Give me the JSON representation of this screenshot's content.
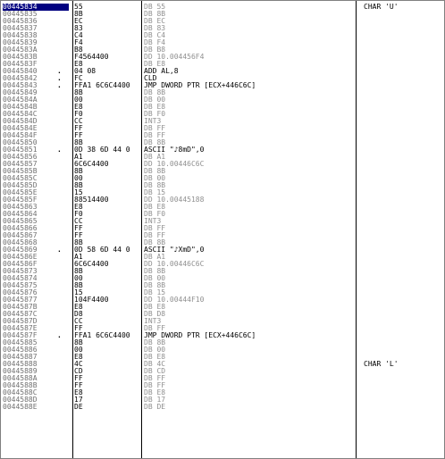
{
  "rows": [
    {
      "addr": "00445834",
      "marker": "",
      "hex": "55",
      "instr": "DB 55",
      "comment": "CHAR 'U'",
      "kind": "db",
      "selected": true
    },
    {
      "addr": "00445835",
      "marker": "",
      "hex": "8B",
      "instr": "DB 8B",
      "comment": "",
      "kind": "db"
    },
    {
      "addr": "00445836",
      "marker": "",
      "hex": "EC",
      "instr": "DB EC",
      "comment": "",
      "kind": "db"
    },
    {
      "addr": "00445837",
      "marker": "",
      "hex": "83",
      "instr": "DB 83",
      "comment": "",
      "kind": "db"
    },
    {
      "addr": "00445838",
      "marker": "",
      "hex": "C4",
      "instr": "DB C4",
      "comment": "",
      "kind": "db"
    },
    {
      "addr": "00445839",
      "marker": "",
      "hex": "F4",
      "instr": "DB F4",
      "comment": "",
      "kind": "db"
    },
    {
      "addr": "0044583A",
      "marker": "",
      "hex": "B8",
      "instr": "DB B8",
      "comment": "",
      "kind": "db"
    },
    {
      "addr": "0044583B",
      "marker": "",
      "hex": "F4564400",
      "instr": "DD 10.004456F4",
      "comment": "",
      "kind": "db"
    },
    {
      "addr": "0044583F",
      "marker": "",
      "hex": "E8",
      "instr": "DB E8",
      "comment": "",
      "kind": "db"
    },
    {
      "addr": "00445840",
      "marker": ".",
      "hex": "04 08",
      "instr": "ADD AL,8",
      "comment": "",
      "kind": "code"
    },
    {
      "addr": "00445842",
      "marker": ".",
      "hex": "FC",
      "instr": "CLD",
      "comment": "",
      "kind": "code"
    },
    {
      "addr": "00445843",
      "marker": ".",
      "hex": "FFA1 6C6C4400",
      "instr": "JMP DWORD PTR [ECX+446C6C]",
      "comment": "",
      "kind": "code"
    },
    {
      "addr": "00445849",
      "marker": "",
      "hex": "8B",
      "instr": "DB 8B",
      "comment": "",
      "kind": "db"
    },
    {
      "addr": "0044584A",
      "marker": "",
      "hex": "00",
      "instr": "DB 00",
      "comment": "",
      "kind": "db"
    },
    {
      "addr": "0044584B",
      "marker": "",
      "hex": "E8",
      "instr": "DB E8",
      "comment": "",
      "kind": "db"
    },
    {
      "addr": "0044584C",
      "marker": "",
      "hex": "F0",
      "instr": "DB F0",
      "comment": "",
      "kind": "db"
    },
    {
      "addr": "0044584D",
      "marker": "",
      "hex": "CC",
      "instr": "INT3",
      "comment": "",
      "kind": "db"
    },
    {
      "addr": "0044584E",
      "marker": "",
      "hex": "FF",
      "instr": "DB FF",
      "comment": "",
      "kind": "db"
    },
    {
      "addr": "0044584F",
      "marker": "",
      "hex": "FF",
      "instr": "DB FF",
      "comment": "",
      "kind": "db"
    },
    {
      "addr": "00445850",
      "marker": "",
      "hex": "8B",
      "instr": "DB 8B",
      "comment": "",
      "kind": "db"
    },
    {
      "addr": "00445851",
      "marker": ".",
      "hex": "0D 38 6D 44 0",
      "instr": "ASCII \"♪8mD\",0",
      "comment": "",
      "kind": "ascii"
    },
    {
      "addr": "00445856",
      "marker": "",
      "hex": "A1",
      "instr": "DB A1",
      "comment": "",
      "kind": "db"
    },
    {
      "addr": "00445857",
      "marker": "",
      "hex": "6C6C4400",
      "instr": "DD 10.00446C6C",
      "comment": "",
      "kind": "db"
    },
    {
      "addr": "0044585B",
      "marker": "",
      "hex": "8B",
      "instr": "DB 8B",
      "comment": "",
      "kind": "db"
    },
    {
      "addr": "0044585C",
      "marker": "",
      "hex": "00",
      "instr": "DB 00",
      "comment": "",
      "kind": "db"
    },
    {
      "addr": "0044585D",
      "marker": "",
      "hex": "8B",
      "instr": "DB 8B",
      "comment": "",
      "kind": "db"
    },
    {
      "addr": "0044585E",
      "marker": "",
      "hex": "15",
      "instr": "DB 15",
      "comment": "",
      "kind": "db"
    },
    {
      "addr": "0044585F",
      "marker": "",
      "hex": "88514400",
      "instr": "DD 10.00445188",
      "comment": "",
      "kind": "db"
    },
    {
      "addr": "00445863",
      "marker": "",
      "hex": "E8",
      "instr": "DB E8",
      "comment": "",
      "kind": "db"
    },
    {
      "addr": "00445864",
      "marker": "",
      "hex": "F0",
      "instr": "DB F0",
      "comment": "",
      "kind": "db"
    },
    {
      "addr": "00445865",
      "marker": "",
      "hex": "CC",
      "instr": "INT3",
      "comment": "",
      "kind": "db"
    },
    {
      "addr": "00445866",
      "marker": "",
      "hex": "FF",
      "instr": "DB FF",
      "comment": "",
      "kind": "db"
    },
    {
      "addr": "00445867",
      "marker": "",
      "hex": "FF",
      "instr": "DB FF",
      "comment": "",
      "kind": "db"
    },
    {
      "addr": "00445868",
      "marker": "",
      "hex": "8B",
      "instr": "DB 8B",
      "comment": "",
      "kind": "db"
    },
    {
      "addr": "00445869",
      "marker": ".",
      "hex": "0D 58 6D 44 0",
      "instr": "ASCII \"♪XmD\",0",
      "comment": "",
      "kind": "ascii"
    },
    {
      "addr": "0044586E",
      "marker": "",
      "hex": "A1",
      "instr": "DB A1",
      "comment": "",
      "kind": "db"
    },
    {
      "addr": "0044586F",
      "marker": "",
      "hex": "6C6C4400",
      "instr": "DD 10.00446C6C",
      "comment": "",
      "kind": "db"
    },
    {
      "addr": "00445873",
      "marker": "",
      "hex": "8B",
      "instr": "DB 8B",
      "comment": "",
      "kind": "db"
    },
    {
      "addr": "00445874",
      "marker": "",
      "hex": "00",
      "instr": "DB 00",
      "comment": "",
      "kind": "db"
    },
    {
      "addr": "00445875",
      "marker": "",
      "hex": "8B",
      "instr": "DB 8B",
      "comment": "",
      "kind": "db"
    },
    {
      "addr": "00445876",
      "marker": "",
      "hex": "15",
      "instr": "DB 15",
      "comment": "",
      "kind": "db"
    },
    {
      "addr": "00445877",
      "marker": "",
      "hex": "104F4400",
      "instr": "DD 10.00444F10",
      "comment": "",
      "kind": "db"
    },
    {
      "addr": "0044587B",
      "marker": "",
      "hex": "E8",
      "instr": "DB E8",
      "comment": "",
      "kind": "db"
    },
    {
      "addr": "0044587C",
      "marker": "",
      "hex": "D8",
      "instr": "DB D8",
      "comment": "",
      "kind": "db"
    },
    {
      "addr": "0044587D",
      "marker": "",
      "hex": "CC",
      "instr": "INT3",
      "comment": "",
      "kind": "db"
    },
    {
      "addr": "0044587E",
      "marker": "",
      "hex": "FF",
      "instr": "DB FF",
      "comment": "",
      "kind": "db"
    },
    {
      "addr": "0044587F",
      "marker": ".",
      "hex": "FFA1 6C6C4400",
      "instr": "JMP DWORD PTR [ECX+446C6C]",
      "comment": "",
      "kind": "code"
    },
    {
      "addr": "00445885",
      "marker": "",
      "hex": "8B",
      "instr": "DB 8B",
      "comment": "",
      "kind": "db"
    },
    {
      "addr": "00445886",
      "marker": "",
      "hex": "00",
      "instr": "DB 00",
      "comment": "",
      "kind": "db"
    },
    {
      "addr": "00445887",
      "marker": "",
      "hex": "E8",
      "instr": "DB E8",
      "comment": "",
      "kind": "db"
    },
    {
      "addr": "00445888",
      "marker": "",
      "hex": "4C",
      "instr": "DB 4C",
      "comment": "CHAR 'L'",
      "kind": "db"
    },
    {
      "addr": "00445889",
      "marker": "",
      "hex": "CD",
      "instr": "DB CD",
      "comment": "",
      "kind": "db"
    },
    {
      "addr": "0044588A",
      "marker": "",
      "hex": "FF",
      "instr": "DB FF",
      "comment": "",
      "kind": "db"
    },
    {
      "addr": "0044588B",
      "marker": "",
      "hex": "FF",
      "instr": "DB FF",
      "comment": "",
      "kind": "db"
    },
    {
      "addr": "0044588C",
      "marker": "",
      "hex": "E8",
      "instr": "DB E8",
      "comment": "",
      "kind": "db"
    },
    {
      "addr": "0044588D",
      "marker": "",
      "hex": "17",
      "instr": "DB 17",
      "comment": "",
      "kind": "db"
    },
    {
      "addr": "0044588E",
      "marker": "",
      "hex": "DE",
      "instr": "DB DE",
      "comment": "",
      "kind": "db"
    }
  ]
}
